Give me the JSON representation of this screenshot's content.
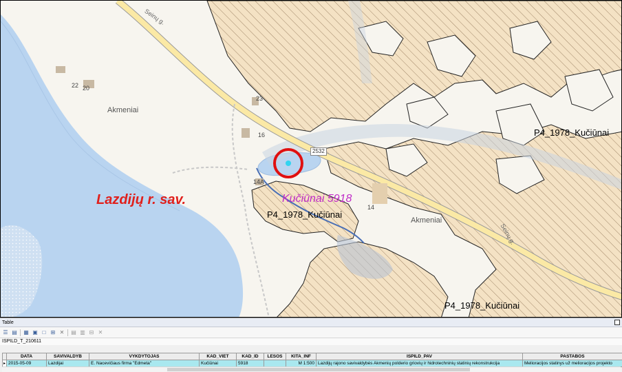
{
  "map": {
    "municipality_label": "Lazdijų r. sav.",
    "site_label": "Kučiūnai 5918",
    "settlement_labels": [
      "Akmeniai",
      "Akmeniai"
    ],
    "parcel_labels": [
      "P4_1978_Kučiūnai",
      "P4_1978_Kučiūnai",
      "P4_1978_Kučiūnai"
    ],
    "road_labels": [
      "Seinų g.",
      "Seinų g."
    ],
    "road_number": "2532",
    "house_numbers": [
      "22",
      "20",
      "23",
      "16",
      "14A",
      "14"
    ],
    "colors": {
      "lake": "#b9d4f0",
      "parcel_fill": "#f4e2c4",
      "parcel_hatch": "#a08668",
      "land": "#f7f5ef",
      "road": "#fbe9a5",
      "marker_ring": "#e01010",
      "marker_dot": "#32d4f0",
      "stream": "#4a6fb5"
    }
  },
  "table": {
    "panel_title": "Table",
    "tab_name": "ISPILD_T_210611",
    "columns": [
      "DATA",
      "SAVIVALDYB",
      "VYKDYTOJAS",
      "KAD_VIET",
      "KAD_ID",
      "LESOS",
      "KITA_INF",
      "ISPILD_PAV",
      "PASTABOS"
    ],
    "rows": [
      [
        "2015-05-09",
        "Lazdijai",
        "E. Nacevičiaus firma \"Edmeta\"",
        "Kučiūnai",
        "5918",
        "",
        "M 1:500",
        "Lazdijų rajono savivaldybės Akmenių polderio griovių ir hidrotechninių statinių rekonstrukcija",
        "Melioracijos statinys už melioracijos projekto"
      ]
    ],
    "toolbar_icons": [
      "table-options-icon",
      "related-tables-icon",
      "select-by-attributes-icon",
      "switch-selection-icon",
      "clear-selection-icon",
      "zoom-to-selected-icon",
      "delete-selected-icon",
      "copy-icon",
      "paste-icon",
      "field-calc-icon",
      "close-icon"
    ]
  }
}
